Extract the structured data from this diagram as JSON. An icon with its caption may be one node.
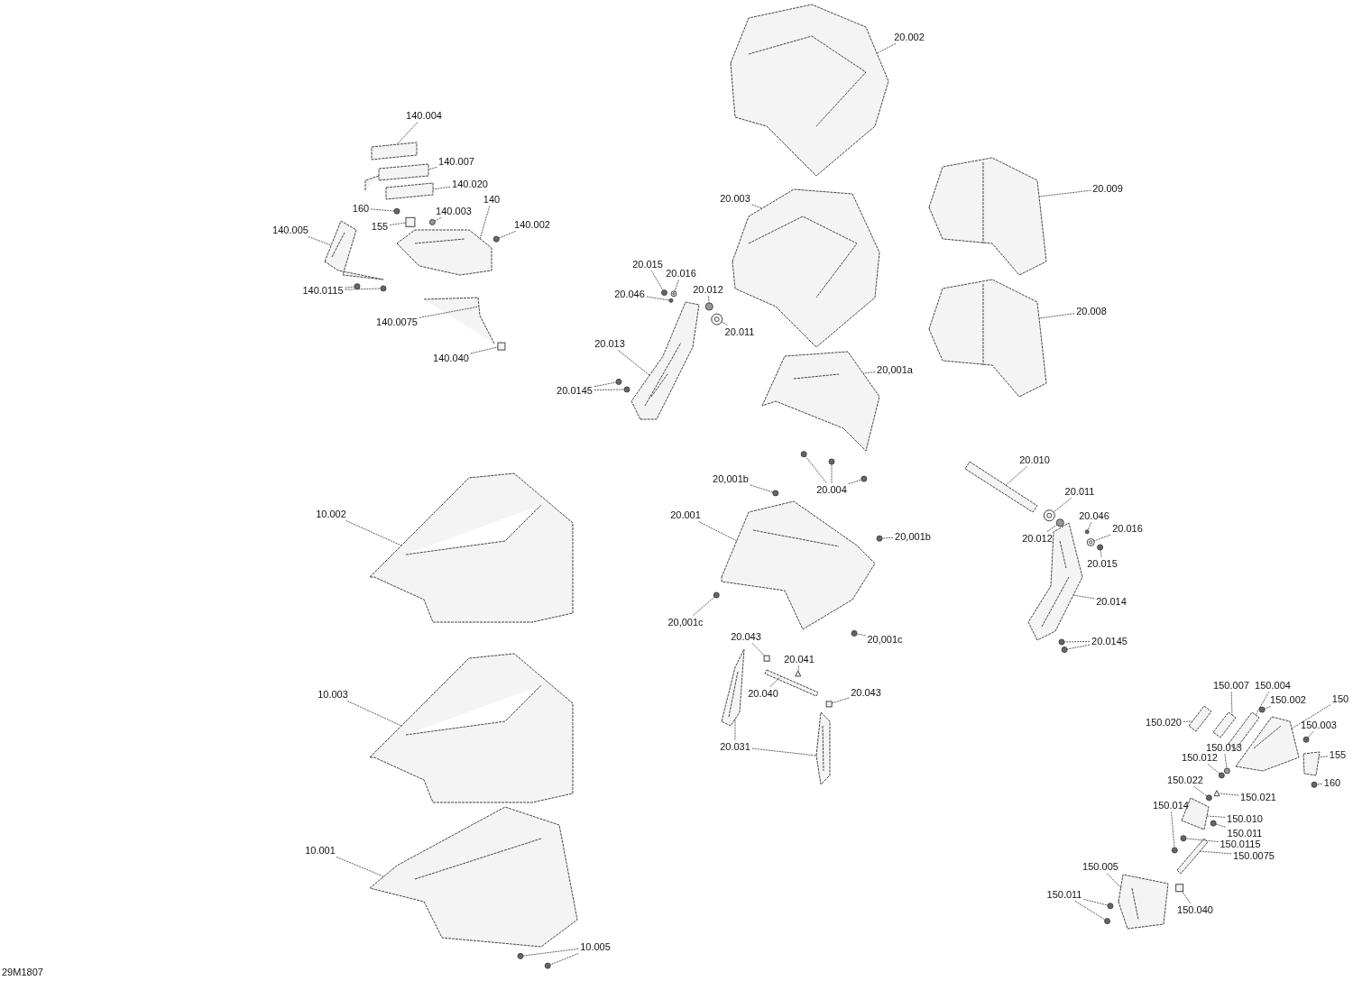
{
  "diagram": {
    "nodes": [
      {
        "text": [
          "140.004"
        ]
      },
      {
        "text": [
          "140.007"
        ]
      },
      {
        "text": [
          "140.020"
        ]
      },
      {
        "text": [
          "160"
        ]
      },
      {
        "text": [
          "155"
        ]
      },
      {
        "text": [
          "140.003"
        ]
      },
      {
        "text": [
          "140"
        ]
      },
      {
        "text": [
          "140.002"
        ]
      },
      {
        "text": [
          "140.005"
        ]
      },
      {
        "text": [
          "140.0115"
        ]
      },
      {
        "text": [
          "140.0075"
        ]
      },
      {
        "text": [
          "140.040"
        ]
      },
      {
        "text": [
          "20.002"
        ]
      },
      {
        "text": [
          "20.003"
        ]
      },
      {
        "text": [
          "20.015"
        ]
      },
      {
        "text": [
          "20.016"
        ]
      },
      {
        "text": [
          "20.012"
        ]
      },
      {
        "text": [
          "20.046"
        ]
      },
      {
        "text": [
          "20.011"
        ]
      },
      {
        "text": [
          "20.013"
        ]
      },
      {
        "text": [
          "20.0145"
        ]
      },
      {
        "text": [
          "20,001a"
        ]
      },
      {
        "text": [
          "20.009"
        ]
      },
      {
        "text": [
          "20.008"
        ]
      },
      {
        "text": [
          "20.010"
        ]
      },
      {
        "text": [
          "20.011"
        ]
      },
      {
        "text": [
          "20.046"
        ]
      },
      {
        "text": [
          "20.016"
        ]
      },
      {
        "text": [
          "20.012"
        ]
      },
      {
        "text": [
          "20.015"
        ]
      },
      {
        "text": [
          "20.014"
        ]
      },
      {
        "text": [
          "20.0145"
        ]
      },
      {
        "text": [
          "20.004"
        ]
      },
      {
        "text": [
          "20,001b"
        ]
      },
      {
        "text": [
          "20.001"
        ]
      },
      {
        "text": [
          "20,001b"
        ]
      },
      {
        "text": [
          "20,001c"
        ]
      },
      {
        "text": [
          "20,001c"
        ]
      },
      {
        "text": [
          "20.043"
        ]
      },
      {
        "text": [
          "20.041"
        ]
      },
      {
        "text": [
          "20.040"
        ]
      },
      {
        "text": [
          "20.043"
        ]
      },
      {
        "text": [
          "20.031"
        ]
      },
      {
        "text": [
          "10.002"
        ]
      },
      {
        "text": [
          "10.003"
        ]
      },
      {
        "text": [
          "10.001"
        ]
      },
      {
        "text": [
          "10.005"
        ]
      },
      {
        "text": [
          "150.007"
        ]
      },
      {
        "text": [
          "150.004"
        ]
      },
      {
        "text": [
          "150"
        ]
      },
      {
        "text": [
          "150.002"
        ]
      },
      {
        "text": [
          "150.020"
        ]
      },
      {
        "text": [
          "150.003"
        ]
      },
      {
        "text": [
          "155"
        ]
      },
      {
        "text": [
          "150.013"
        ]
      },
      {
        "text": [
          "150.012"
        ]
      },
      {
        "text": [
          "160"
        ]
      },
      {
        "text": [
          "150.022"
        ]
      },
      {
        "text": [
          "150.021"
        ]
      },
      {
        "text": [
          "150.014"
        ]
      },
      {
        "text": [
          "150.010"
        ]
      },
      {
        "text": [
          "150.011"
        ]
      },
      {
        "text": [
          "150.0115"
        ]
      },
      {
        "text": [
          "150.0075"
        ]
      },
      {
        "text": [
          "150.005"
        ]
      },
      {
        "text": [
          "150.011"
        ]
      },
      {
        "text": [
          "150.040"
        ]
      },
      {
        "text": [],
        "shape": "bar"
      },
      {
        "text": [],
        "shape": "picture"
      },
      {
        "text": [],
        "shape": "bar"
      },
      {
        "text": [],
        "shape": "circle"
      },
      {
        "text": [],
        "shape": "box"
      },
      {
        "text": [],
        "shape": "circle"
      },
      {
        "text": [],
        "shape": "picture"
      },
      {
        "text": [],
        "shape": "circle"
      },
      {
        "text": [],
        "shape": "picture"
      },
      {
        "text": [],
        "shape": "circle"
      },
      {
        "text": [],
        "shape": "circle"
      },
      {
        "text": [],
        "shape": "picture"
      },
      {
        "text": [],
        "shape": "box"
      },
      {
        "text": [],
        "shape": "picture"
      },
      {
        "text": [],
        "shape": "picture"
      },
      {
        "text": [],
        "shape": "circle"
      },
      {
        "text": [],
        "shape": "circle"
      },
      {
        "text": [],
        "shape": "circle"
      },
      {
        "text": [],
        "shape": "circle"
      },
      {
        "text": [],
        "shape": "circle"
      },
      {
        "text": [],
        "shape": "picture"
      },
      {
        "text": [],
        "shape": "circle"
      },
      {
        "text": [],
        "shape": "circle"
      },
      {
        "text": [],
        "shape": "picture"
      },
      {
        "text": [],
        "shape": "picture"
      },
      {
        "text": [],
        "shape": "picture"
      },
      {
        "text": [],
        "shape": "bar"
      },
      {
        "text": [],
        "shape": "circle"
      },
      {
        "text": [],
        "shape": "circle"
      },
      {
        "text": [],
        "shape": "circle"
      },
      {
        "text": [],
        "shape": "circle"
      },
      {
        "text": [],
        "shape": "circle"
      },
      {
        "text": [],
        "shape": "picture"
      },
      {
        "text": [],
        "shape": "circle"
      },
      {
        "text": [],
        "shape": "circle"
      },
      {
        "text": [],
        "shape": "circle"
      },
      {
        "text": [],
        "shape": "circle"
      },
      {
        "text": [],
        "shape": "circle"
      },
      {
        "text": [],
        "shape": "circle"
      },
      {
        "text": [],
        "shape": "picture"
      },
      {
        "text": [],
        "shape": "circle"
      },
      {
        "text": [],
        "shape": "circle"
      },
      {
        "text": [],
        "shape": "circle"
      },
      {
        "text": [],
        "shape": "box"
      },
      {
        "text": [],
        "shape": "triangle"
      },
      {
        "text": [],
        "shape": "bar"
      },
      {
        "text": [],
        "shape": "box"
      },
      {
        "text": [],
        "shape": "picture"
      },
      {
        "text": [],
        "shape": "picture"
      },
      {
        "text": [],
        "shape": "picture"
      },
      {
        "text": [],
        "shape": "picture"
      },
      {
        "text": [],
        "shape": "picture"
      },
      {
        "text": [],
        "shape": "circle"
      },
      {
        "text": [],
        "shape": "circle"
      },
      {
        "text": [],
        "shape": "bar"
      },
      {
        "text": [],
        "shape": "bar"
      },
      {
        "text": [],
        "shape": "picture"
      },
      {
        "text": [],
        "shape": "circle"
      },
      {
        "text": [],
        "shape": "bar"
      },
      {
        "text": [],
        "shape": "circle"
      },
      {
        "text": [],
        "shape": "box"
      },
      {
        "text": [],
        "shape": "circle"
      },
      {
        "text": [],
        "shape": "circle"
      },
      {
        "text": [],
        "shape": "circle"
      },
      {
        "text": [],
        "shape": "circle"
      },
      {
        "text": [],
        "shape": "triangle"
      },
      {
        "text": [],
        "shape": "circle"
      },
      {
        "text": [],
        "shape": "box"
      },
      {
        "text": [],
        "shape": "circle"
      },
      {
        "text": [],
        "shape": "circle"
      },
      {
        "text": [],
        "shape": "bar"
      },
      {
        "text": [],
        "shape": "picture"
      },
      {
        "text": [],
        "shape": "circle"
      },
      {
        "text": [],
        "shape": "circle"
      },
      {
        "text": [],
        "shape": "box"
      }
    ],
    "edges": [
      {
        "from": 0,
        "to": 67,
        "arrow": "none"
      },
      {
        "from": 1,
        "to": 68,
        "arrow": "none"
      },
      {
        "from": 2,
        "to": 69,
        "arrow": "none"
      },
      {
        "from": 3,
        "to": 70,
        "arrow": "none"
      },
      {
        "from": 4,
        "to": 71,
        "arrow": "none"
      },
      {
        "from": 5,
        "to": 72,
        "arrow": "none"
      },
      {
        "from": 6,
        "to": 73,
        "arrow": "none"
      },
      {
        "from": 7,
        "to": 74,
        "arrow": "none"
      },
      {
        "from": 8,
        "to": 75,
        "arrow": "none"
      },
      {
        "from": 9,
        "to": 76,
        "arrow": "none"
      },
      {
        "from": 9,
        "to": 77,
        "arrow": "none"
      },
      {
        "from": 10,
        "to": 78,
        "arrow": "none"
      },
      {
        "from": 11,
        "to": 79,
        "arrow": "none"
      },
      {
        "from": 12,
        "to": 80,
        "arrow": "none"
      },
      {
        "from": 13,
        "to": 81,
        "arrow": "none"
      },
      {
        "from": 14,
        "to": 82,
        "arrow": "none"
      },
      {
        "from": 15,
        "to": 83,
        "arrow": "none"
      },
      {
        "from": 16,
        "to": 84,
        "arrow": "none"
      },
      {
        "from": 17,
        "to": 85,
        "arrow": "none"
      },
      {
        "from": 18,
        "to": 86,
        "arrow": "none"
      },
      {
        "from": 19,
        "to": 87,
        "arrow": "none"
      },
      {
        "from": 20,
        "to": 88,
        "arrow": "none"
      },
      {
        "from": 20,
        "to": 89,
        "arrow": "none"
      },
      {
        "from": 21,
        "to": 90,
        "arrow": "none"
      },
      {
        "from": 22,
        "to": 91,
        "arrow": "none"
      },
      {
        "from": 23,
        "to": 92,
        "arrow": "none"
      },
      {
        "from": 24,
        "to": 93,
        "arrow": "none"
      },
      {
        "from": 25,
        "to": 94,
        "arrow": "none"
      },
      {
        "from": 26,
        "to": 95,
        "arrow": "none"
      },
      {
        "from": 27,
        "to": 96,
        "arrow": "none"
      },
      {
        "from": 28,
        "to": 97,
        "arrow": "none"
      },
      {
        "from": 29,
        "to": 98,
        "arrow": "none"
      },
      {
        "from": 30,
        "to": 99,
        "arrow": "none"
      },
      {
        "from": 31,
        "to": 100,
        "arrow": "none"
      },
      {
        "from": 31,
        "to": 101,
        "arrow": "none"
      },
      {
        "from": 32,
        "to": 102,
        "arrow": "none"
      },
      {
        "from": 32,
        "to": 103,
        "arrow": "none"
      },
      {
        "from": 32,
        "to": 104,
        "arrow": "none"
      },
      {
        "from": 33,
        "to": 105,
        "arrow": "none"
      },
      {
        "from": 34,
        "to": 106,
        "arrow": "none"
      },
      {
        "from": 35,
        "to": 107,
        "arrow": "none"
      },
      {
        "from": 36,
        "to": 108,
        "arrow": "none"
      },
      {
        "from": 37,
        "to": 109,
        "arrow": "none"
      },
      {
        "from": 38,
        "to": 110,
        "arrow": "none"
      },
      {
        "from": 39,
        "to": 111,
        "arrow": "none"
      },
      {
        "from": 40,
        "to": 112,
        "arrow": "none"
      },
      {
        "from": 41,
        "to": 113,
        "arrow": "none"
      },
      {
        "from": 42,
        "to": 114,
        "arrow": "none"
      },
      {
        "from": 42,
        "to": 115,
        "arrow": "none"
      },
      {
        "from": 43,
        "to": 116,
        "arrow": "none"
      },
      {
        "from": 44,
        "to": 117,
        "arrow": "none"
      },
      {
        "from": 45,
        "to": 118,
        "arrow": "none"
      },
      {
        "from": 46,
        "to": 119,
        "arrow": "none"
      },
      {
        "from": 46,
        "to": 120,
        "arrow": "none"
      },
      {
        "from": 47,
        "to": 121,
        "arrow": "none"
      },
      {
        "from": 48,
        "to": 122,
        "arrow": "none"
      },
      {
        "from": 49,
        "to": 123,
        "arrow": "none"
      },
      {
        "from": 50,
        "to": 124,
        "arrow": "none"
      },
      {
        "from": 51,
        "to": 125,
        "arrow": "none"
      },
      {
        "from": 52,
        "to": 126,
        "arrow": "none"
      },
      {
        "from": 53,
        "to": 127,
        "arrow": "none"
      },
      {
        "from": 54,
        "to": 128,
        "arrow": "none"
      },
      {
        "from": 55,
        "to": 129,
        "arrow": "none"
      },
      {
        "from": 56,
        "to": 130,
        "arrow": "none"
      },
      {
        "from": 57,
        "to": 131,
        "arrow": "none"
      },
      {
        "from": 58,
        "to": 132,
        "arrow": "none"
      },
      {
        "from": 59,
        "to": 133,
        "arrow": "none"
      },
      {
        "from": 60,
        "to": 134,
        "arrow": "none"
      },
      {
        "from": 61,
        "to": 135,
        "arrow": "none"
      },
      {
        "from": 62,
        "to": 136,
        "arrow": "none"
      },
      {
        "from": 63,
        "to": 137,
        "arrow": "none"
      },
      {
        "from": 64,
        "to": 138,
        "arrow": "none"
      },
      {
        "from": 65,
        "to": 139,
        "arrow": "none"
      },
      {
        "from": 65,
        "to": 140,
        "arrow": "none"
      },
      {
        "from": 66,
        "to": 141,
        "arrow": "none"
      }
    ],
    "labels": [
      "29M1807"
    ]
  }
}
